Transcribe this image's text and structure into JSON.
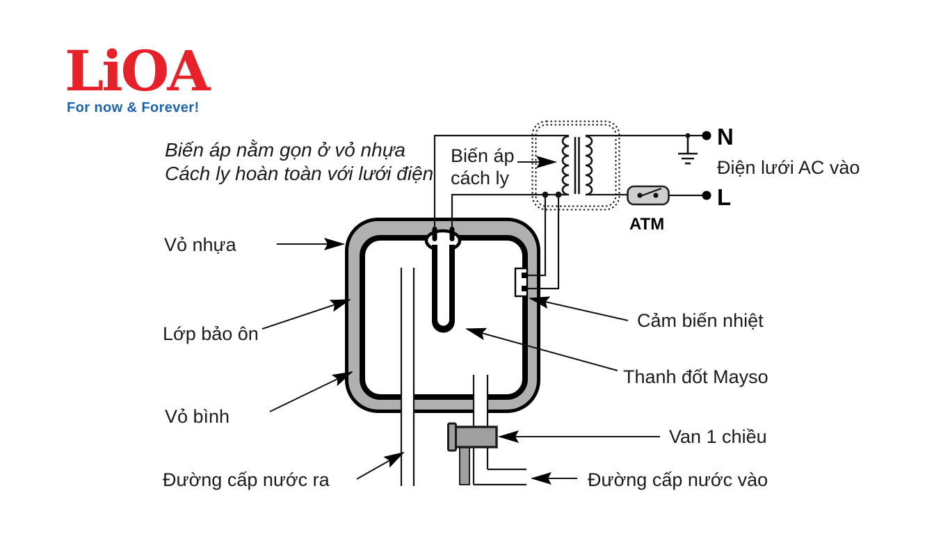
{
  "logo": {
    "wordmark": "LiOA",
    "tagline": "For now & Forever!"
  },
  "note": {
    "line1": "Biến áp nằm gọn ở vỏ nhựa",
    "line2": "Cách ly hoàn toàn với lưới điện"
  },
  "transformer": {
    "label_line1": "Biến áp",
    "label_line2": "cách ly"
  },
  "mains": {
    "neutral": "N",
    "live": "L",
    "label": "Điện lưới AC vào",
    "breaker": "ATM"
  },
  "parts": {
    "plastic_shell": "Vỏ nhựa",
    "insulation_layer": "Lớp bảo ôn",
    "tank_shell": "Vỏ bình",
    "water_out": "Đường cấp nước ra",
    "thermal_sensor": "Cảm biến nhiệt",
    "heating_rod": "Thanh đốt Mayso",
    "one_way_valve": "Van 1 chiều",
    "water_in": "Đường cấp nước vào"
  },
  "colors": {
    "logo_red": "#e62129",
    "tagline_blue": "#1a61b0",
    "shell_gray": "#b0b0b0",
    "valve_gray": "#a0a0a0",
    "breaker_gray": "#cfcfcf",
    "line_black": "#111111",
    "background": "#ffffff"
  }
}
